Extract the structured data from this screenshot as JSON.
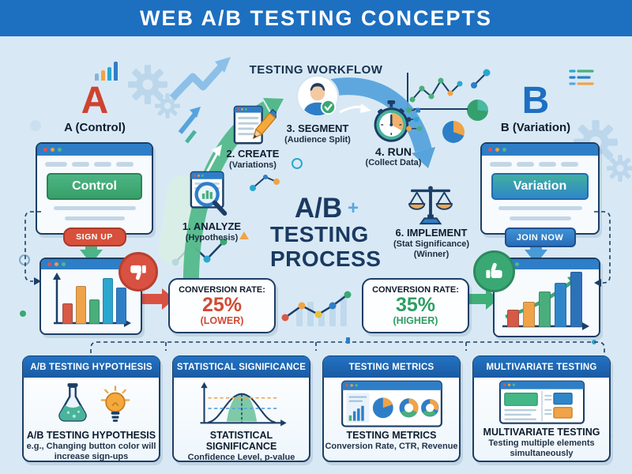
{
  "banner": {
    "title": "WEB A/B TESTING CONCEPTS"
  },
  "workflow": {
    "title": "TESTING WORKFLOW",
    "center": {
      "line1": "A/B",
      "line2": "TESTING",
      "line3": "PROCESS",
      "plus": "+"
    },
    "steps": [
      {
        "label": "1. ANALYZE",
        "sub": "(Hypothesis)",
        "icon": "magnifier-chart-icon"
      },
      {
        "label": "2. CREATE",
        "sub": "(Variations)",
        "icon": "document-pencil-icon"
      },
      {
        "label": "3. SEGMENT",
        "sub": "(Audience Split)",
        "icon": "user-check-icon"
      },
      {
        "label": "4. RUN",
        "sub": "(Collect Data)",
        "icon": "stopwatch-icon"
      },
      {
        "label": "6. IMPLEMENT",
        "sub": "(Stat Significance)",
        "sub2": "(Winner)",
        "icon": "balance-scale-icon"
      }
    ]
  },
  "variant_a": {
    "letter": "A",
    "label": "A (Control)",
    "page_button": "Control",
    "cta": "SIGN UP",
    "conversion": {
      "label": "CONVERSION RATE:",
      "value": "25%",
      "note": "(LOWER)"
    },
    "result_icon": "thumbs-down-icon"
  },
  "variant_b": {
    "letter": "B",
    "label": "B (Variation)",
    "page_button": "Variation",
    "cta": "JOIN NOW",
    "conversion": {
      "label": "CONVERSION RATE:",
      "value": "35%",
      "note": "(HIGHER)"
    },
    "result_icon": "thumbs-up-icon"
  },
  "cards": [
    {
      "header": "A/B TESTING HYPOTHESIS",
      "title": "A/B TESTING HYPOTHESIS",
      "desc": "e.g., Changing button color will increase sign-ups",
      "icon": "flask-bulb-icon"
    },
    {
      "header": "STATISTICAL SIGNIFICANCE",
      "title": "STATISTICAL SIGNIFICANCE",
      "desc": "Confidence Level, p-value",
      "icon": "bell-curve-icon"
    },
    {
      "header": "TESTING METRICS",
      "title": "TESTING METRICS",
      "desc": "Conversion Rate, CTR, Revenue",
      "icon": "metrics-dashboard-icon"
    },
    {
      "header": "MULTIVARIATE TESTING",
      "title": "MULTIVARIATE TESTING",
      "desc": "Testing multiple elements simultaneously",
      "icon": "layout-variants-icon"
    }
  ],
  "charts": {
    "control": {
      "bars": [
        {
          "h": 26,
          "c": "#d65a45"
        },
        {
          "h": 48,
          "c": "#f0a348"
        },
        {
          "h": 31,
          "c": "#49ae7c"
        },
        {
          "h": 58,
          "c": "#2ba6cf"
        },
        {
          "h": 46,
          "c": "#2e7ec7"
        }
      ],
      "trend": "down"
    },
    "variation": {
      "bars": [
        {
          "h": 22,
          "c": "#d65a45"
        },
        {
          "h": 32,
          "c": "#f0a348"
        },
        {
          "h": 45,
          "c": "#49ae7c"
        },
        {
          "h": 56,
          "c": "#2e86c9"
        },
        {
          "h": 70,
          "c": "#2c72b8"
        }
      ],
      "trend": "up"
    }
  },
  "colors": {
    "background": "#d8e9f5",
    "banner": "#1d6fc0",
    "navy": "#1c3e66",
    "card_header": "#1d5fa8",
    "red": "#cf4a35",
    "green": "#3aa873",
    "blue": "#2476c4",
    "orange": "#f0a348"
  }
}
